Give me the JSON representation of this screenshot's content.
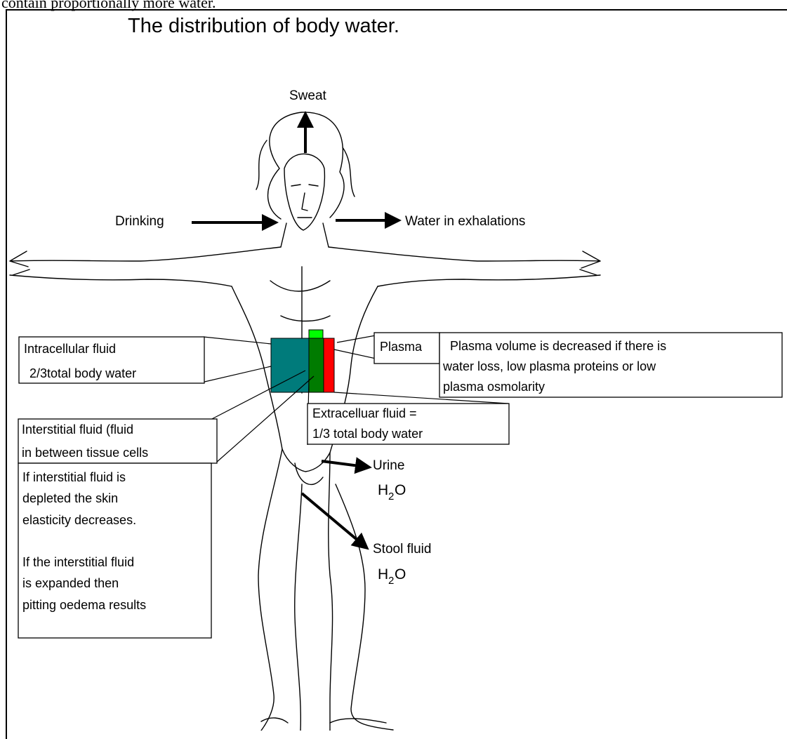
{
  "intro_text": "contain proportionally more water.",
  "title": "The distribution of body water.",
  "labels": {
    "sweat": "Sweat",
    "drinking": "Drinking",
    "exhalations": "Water in exhalations",
    "plasma": "Plasma",
    "urine": "Urine",
    "stool": "Stool fluid",
    "h2o_h": "H",
    "h2o_sub": "2",
    "h2o_o": "O"
  },
  "boxes": {
    "intracellular": [
      "Intracellular fluid",
      "2/3total body water"
    ],
    "plasma_note": [
      "Plasma volume is decreased if there is",
      "water loss, low plasma proteins or low",
      "plasma osmolarity"
    ],
    "extracellular": [
      "Extracelluar fluid =",
      "1/3  total body water"
    ],
    "interstitial": [
      "Interstitial fluid (fluid",
      "in between tissue cells"
    ],
    "interstitial_note": [
      "If interstitial fluid is",
      "depleted the skin",
      "elasticity decreases.",
      "",
      "If the interstitial fluid",
      "is expanded then",
      "pitting oedema results"
    ]
  },
  "colors": {
    "intracellular": "#007b7b",
    "interstitial": "#007b00",
    "plasma": "#ff0000",
    "top_highlight": "#00ff00"
  },
  "icons": [
    "human-figure-icon",
    "arrow-up-icon",
    "arrow-right-icon"
  ]
}
